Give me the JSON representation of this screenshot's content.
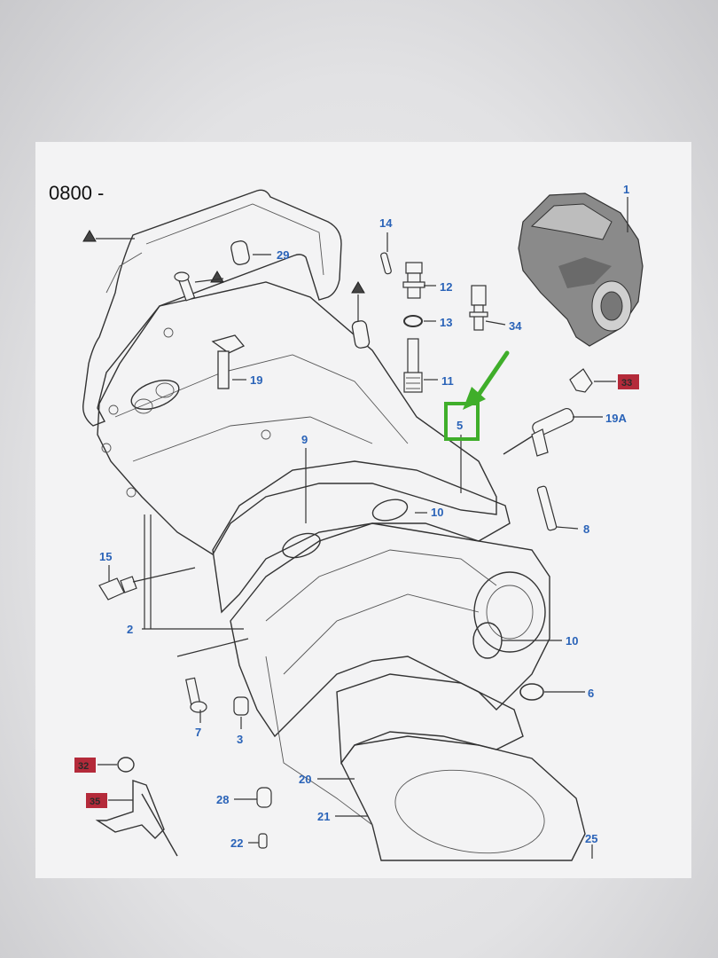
{
  "diagram": {
    "title": "0800 -",
    "labels": {
      "p1": "1",
      "p2": "2",
      "p3": "3",
      "p5": "5",
      "p6": "6",
      "p7": "7",
      "p8": "8",
      "p9": "9",
      "p10a": "10",
      "p10b": "10",
      "p11": "11",
      "p12": "12",
      "p13": "13",
      "p14": "14",
      "p15": "15",
      "p19": "19",
      "p19a": "19A",
      "p20": "20",
      "p21": "21",
      "p22": "22",
      "p25": "25",
      "p28": "28",
      "p29": "29",
      "p33": "33",
      "p34": "34"
    },
    "red_labels": {
      "p32": "32",
      "p35": "35",
      "p33": "33"
    },
    "colors": {
      "label_blue": "#2a63b8",
      "tag_red": "#b42a3a",
      "highlight_green": "#3fae2a"
    },
    "highlight": {
      "label": "5",
      "arrow": "green-arrow-icon"
    }
  }
}
